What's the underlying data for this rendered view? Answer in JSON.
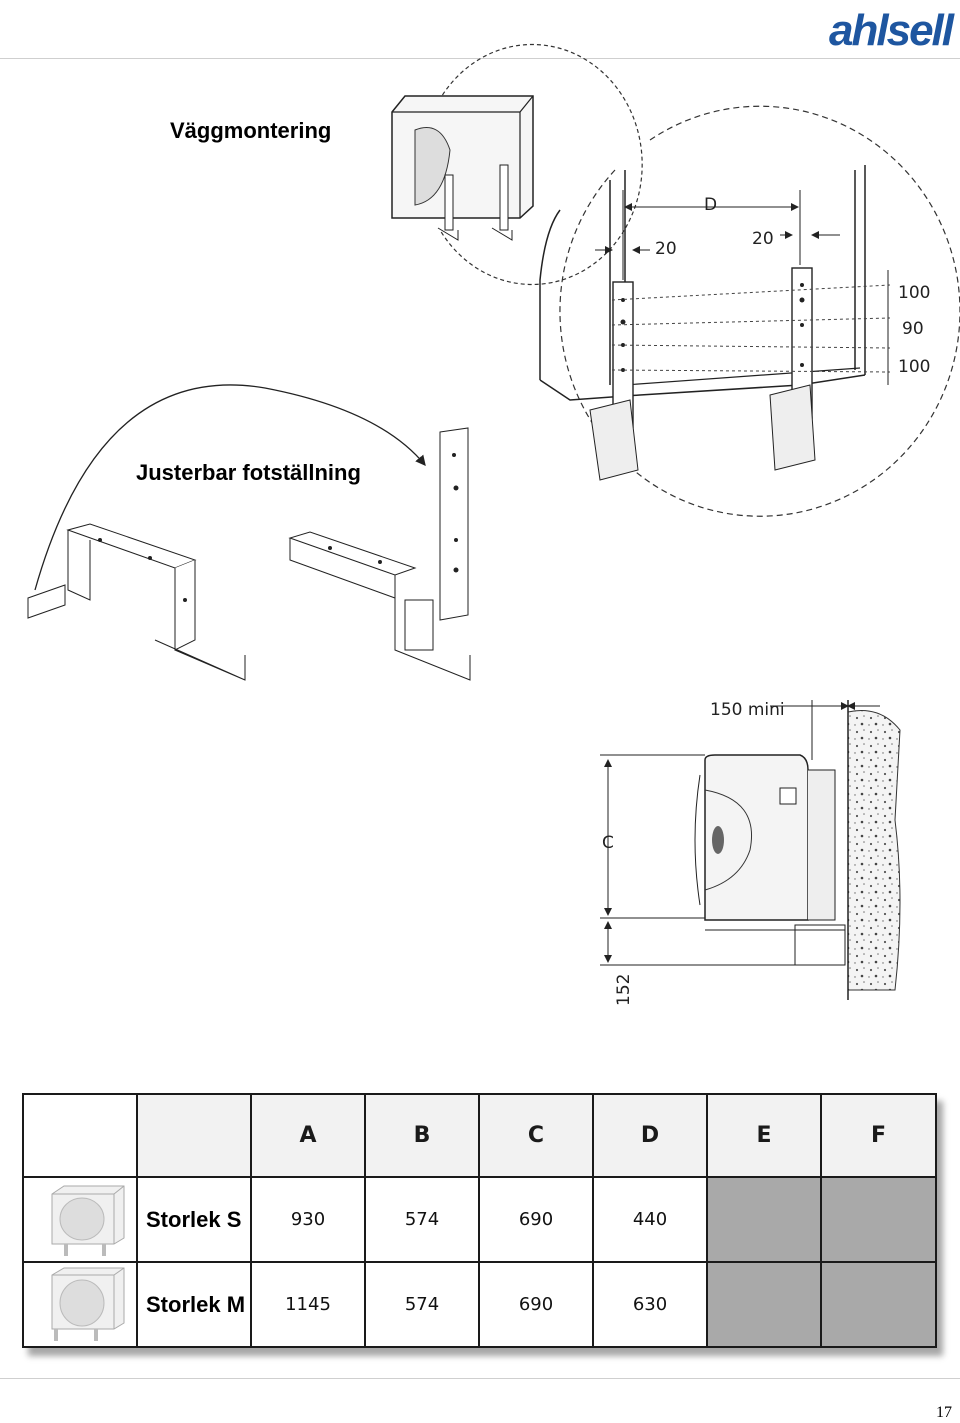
{
  "header": {
    "logo_text": "ahlsell",
    "brand_color": "#1e56a0"
  },
  "section1": {
    "title": "Väggmontering"
  },
  "section2": {
    "title": "Justerbar fotställning"
  },
  "dimensions": {
    "d_label": "D",
    "gap_left": "20",
    "gap_right": "20",
    "hole1": "100",
    "hole2": "90",
    "hole3": "100",
    "clearance": "150 mini",
    "height_label": "C",
    "base_height": "152"
  },
  "table": {
    "columns": [
      "A",
      "B",
      "C",
      "D",
      "E",
      "F"
    ],
    "rows": [
      {
        "label": "Storlek S",
        "values": [
          "930",
          "574",
          "690",
          "440"
        ]
      },
      {
        "label": "Storlek M",
        "values": [
          "1145",
          "574",
          "690",
          "630"
        ]
      }
    ]
  },
  "footer": {
    "page_number": "17"
  }
}
